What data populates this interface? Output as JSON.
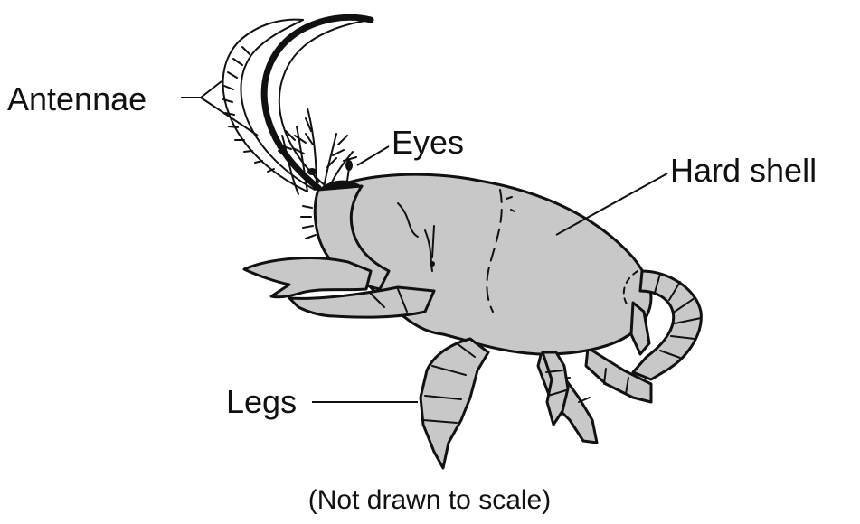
{
  "labels": {
    "antennae": "Antennae",
    "eyes": "Eyes",
    "hard_shell": "Hard shell",
    "legs": "Legs"
  },
  "caption": "(Not drawn to scale)",
  "colors": {
    "body_fill": "#c8c8c8",
    "outline": "#111111",
    "background": "#ffffff"
  }
}
